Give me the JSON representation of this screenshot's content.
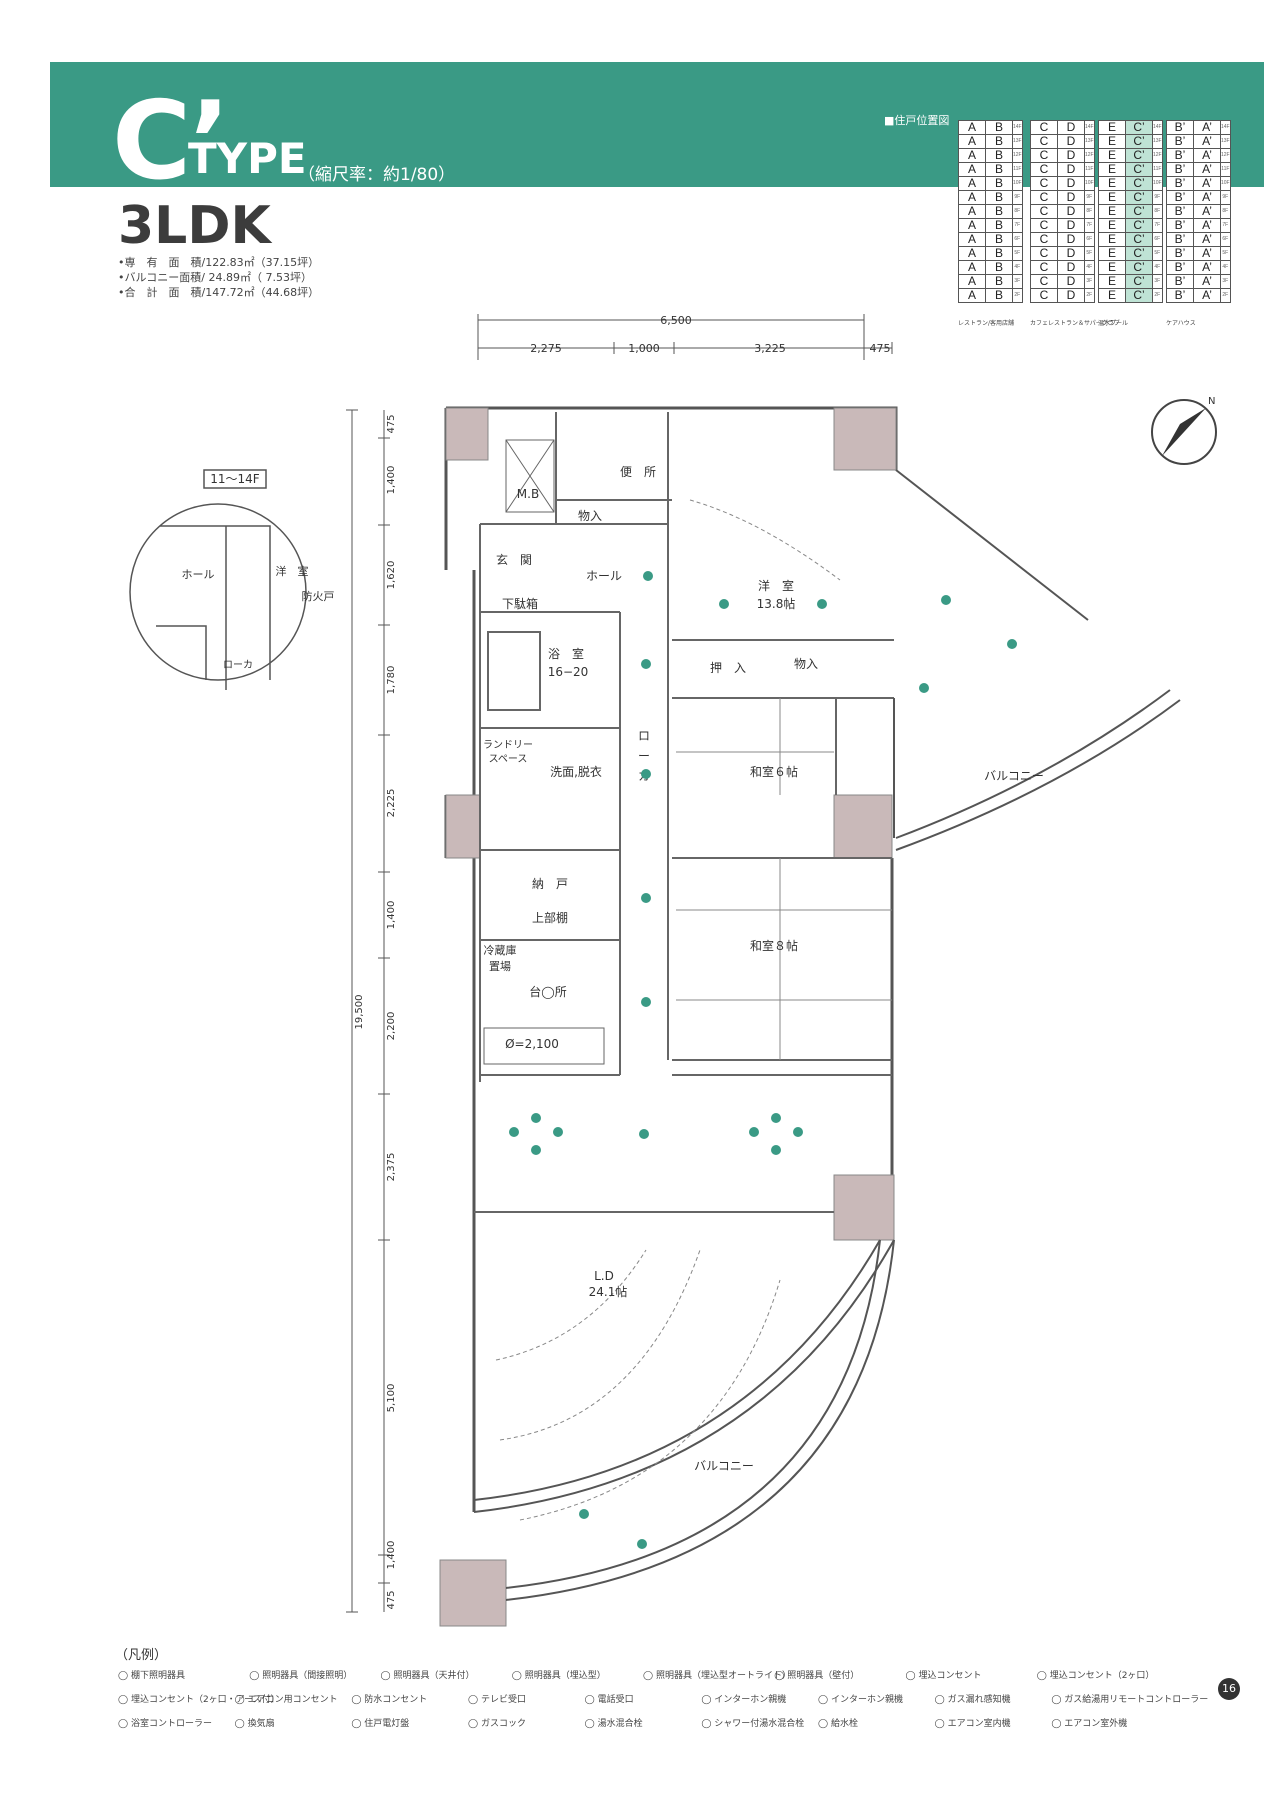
{
  "header": {
    "type_letter": "C’",
    "type_word": "TYPE",
    "scale": "（縮尺率：約1/80）",
    "layout": "3LDK",
    "areas": [
      "•専　有　面　積/122.83㎡（37.15坪）",
      "•バルコニー面積/ 24.89㎡（ 7.53坪）",
      "•合　計　面　積/147.72㎡（44.68坪）"
    ]
  },
  "position_map": {
    "title": "■住戸位置図",
    "groups": [
      {
        "cols": [
          "A",
          "B"
        ],
        "label": "レストラン/客用店舗"
      },
      {
        "cols": [
          "C",
          "D"
        ],
        "label": "カフェレストラン＆サパークラブ"
      },
      {
        "cols": [
          "E",
          "C’"
        ],
        "label": "温水プール",
        "highlight": 1
      },
      {
        "cols": [
          "B’",
          "A’"
        ],
        "label": "ケアハウス"
      }
    ],
    "floors": [
      "14F",
      "13F",
      "12F",
      "11F",
      "10F",
      "9F",
      "8F",
      "7F",
      "6F",
      "5F",
      "4F",
      "3F",
      "2F"
    ]
  },
  "dimensions": {
    "top_total": "6,500",
    "top_parts": [
      "2,275",
      "1,000",
      "3,225",
      "475"
    ],
    "left_total": "19,500",
    "left_parts": [
      "475",
      "1,400",
      "1,620",
      "1,780",
      "2,225",
      "1,400",
      "2,200",
      "2,375",
      "5,100",
      "1,400",
      "475"
    ]
  },
  "inset": {
    "floor_range": "11〜14F",
    "labels": [
      "ホール",
      "洋　室",
      "防火戸",
      "ローカ"
    ]
  },
  "rooms": {
    "mb": "M.B",
    "toilet": "便　所",
    "storage1": "物入",
    "entrance": "玄　関",
    "hall": "ホール",
    "shoe": "下駄箱",
    "bath": "浴　室",
    "bath_size": "16−20",
    "laundry1": "ランドリー",
    "laundry2": "スペース",
    "wash": "洗面,脱衣",
    "corridor1": "ロ",
    "corridor2": "ー",
    "corridor3": "カ",
    "western": "洋　室",
    "western_size": "13.8帖",
    "closet": "押　入",
    "storage2": "物入",
    "jp6": "和室６帖",
    "jp8": "和室８帖",
    "nando": "納　戸",
    "upper_shelf": "上部棚",
    "fridge1": "冷蔵庫",
    "fridge2": "置場",
    "kitchen": "台◯所",
    "counter": "Ø=2,100",
    "ld": "L.D",
    "ld_size": "24.1帖",
    "balcony1": "バルコニー",
    "balcony2": "バルコニー"
  },
  "legend": {
    "title": "（凡例）",
    "items": [
      "棚下照明器具",
      "照明器具（間接照明）",
      "照明器具（天井付）",
      "照明器具（埋込型）",
      "照明器具（埋込型オートライト）",
      "照明器具（壁付）",
      "埋込コンセント",
      "埋込コンセント（2ヶ口）",
      "埋込コンセント（2ヶ口・アース付）",
      "エアコン用コンセント",
      "防水コンセント",
      "テレビ受口",
      "電話受口",
      "インターホン親機",
      "インターホン親機",
      "ガス漏れ感知機",
      "ガス給湯用リモートコントローラー",
      "浴室コントローラー",
      "換気扇",
      "住戸電灯盤",
      "ガスコック",
      "湯水混合栓",
      "シャワー付湯水混合栓",
      "給水栓",
      "エアコン室内機",
      "エアコン室外機"
    ]
  },
  "page_number": "16",
  "colors": {
    "accent": "#3a9a85",
    "column": "#c9b9b9",
    "light_dot": "#3a9a85"
  }
}
